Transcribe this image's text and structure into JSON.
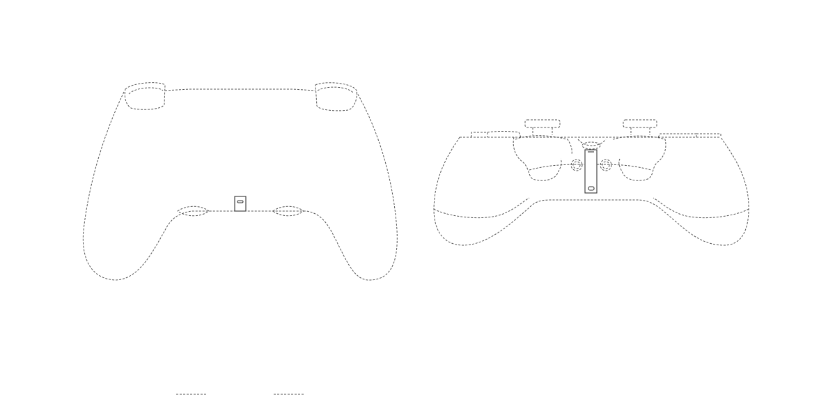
{
  "drawing": {
    "views": [
      {
        "id": "top-view",
        "subject": "game-controller"
      },
      {
        "id": "front-view",
        "subject": "game-controller"
      }
    ],
    "colors": {
      "background": "#ffffff",
      "line": "#555555"
    }
  }
}
